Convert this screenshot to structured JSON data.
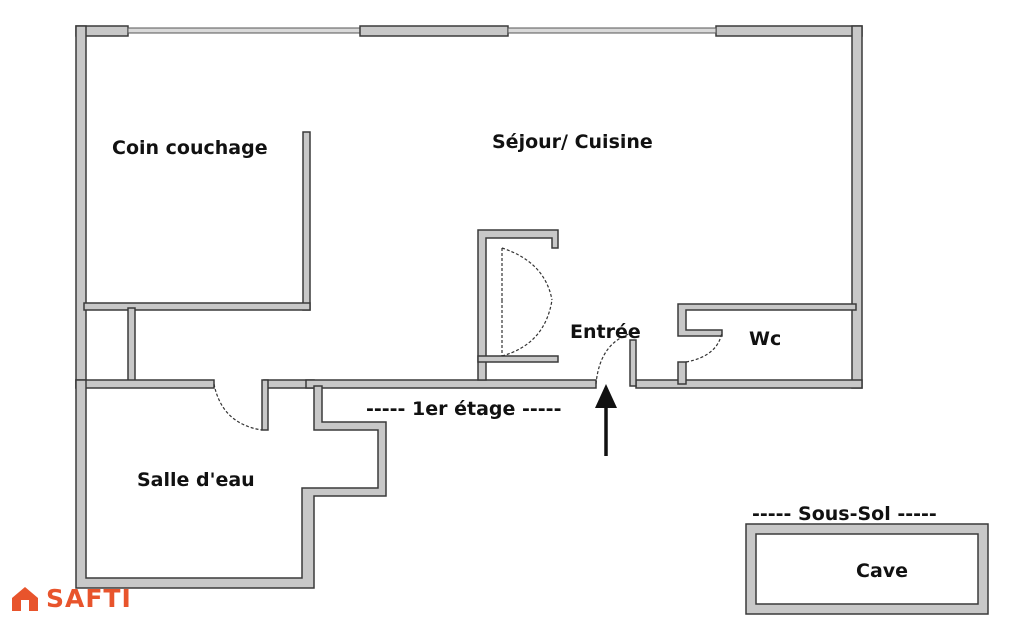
{
  "plan": {
    "rooms": {
      "coin_couchage": "Coin couchage",
      "sejour_cuisine": "Séjour/ Cuisine",
      "entree": "Entrée",
      "wc": "Wc",
      "salle_deau": "Salle d'eau",
      "cave": "Cave"
    },
    "floor_labels": {
      "first_floor": "----- 1er étage -----",
      "basement": "----- Sous-Sol -----"
    }
  },
  "brand": {
    "name": "SAFTI",
    "logo_color": "#e8542c"
  },
  "colors": {
    "wall_fill": "#c8c8c8",
    "wall_stroke": "#3a3a3a",
    "window_fill": "#d9d9d9"
  }
}
